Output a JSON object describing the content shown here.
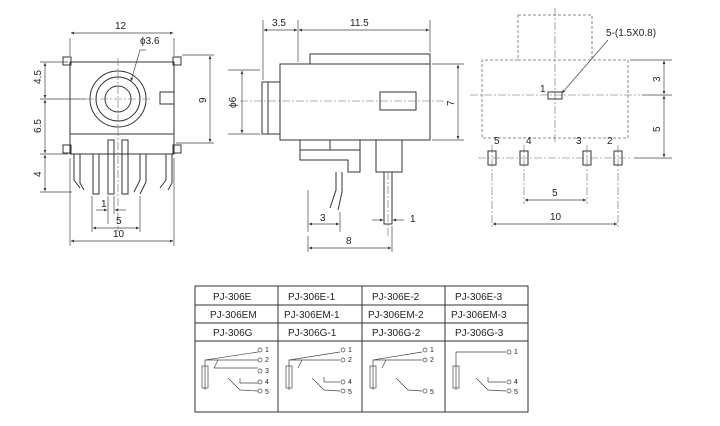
{
  "front_view": {
    "dim_top": "12",
    "dim_hole": "ϕ3.6",
    "dim_left_1": "4.5",
    "dim_left_2": "6.5",
    "dim_left_3": "4",
    "dim_right": "9",
    "dim_bottom_1": "1",
    "dim_bottom_2": "5",
    "dim_bottom_3": "10"
  },
  "side_view": {
    "dim_top_1": "3.5",
    "dim_top_2": "11.5",
    "dim_left": "ϕ6",
    "dim_right": "7",
    "dim_bottom_1": "3",
    "dim_bottom_2": "1",
    "dim_bottom_3": "8"
  },
  "pcb_view": {
    "hole_spec": "5-(1.5X0.8)",
    "pin_1": "1",
    "pin_2": "2",
    "pin_3": "3",
    "pin_4": "4",
    "pin_5": "5",
    "dim_right_1": "3",
    "dim_right_2": "5",
    "dim_bottom_1": "5",
    "dim_bottom_2": "10"
  },
  "model_table": {
    "rows": [
      [
        "PJ-306E",
        "PJ-306E-1",
        "PJ-306E-2",
        "PJ-306E-3"
      ],
      [
        "PJ-306EM",
        "PJ-306EM-1",
        "PJ-306EM-2",
        "PJ-306EM-3"
      ],
      [
        "PJ-306G",
        "PJ-306G-1",
        "PJ-306G-2",
        "PJ-306G-3"
      ]
    ]
  },
  "schematics": [
    {
      "pins": [
        "1",
        "2",
        "3",
        "4",
        "5"
      ]
    },
    {
      "pins": [
        "1",
        "2",
        "4",
        "5"
      ]
    },
    {
      "pins": [
        "1",
        "2",
        "5"
      ]
    },
    {
      "pins": [
        "1",
        "4",
        "5"
      ]
    }
  ]
}
